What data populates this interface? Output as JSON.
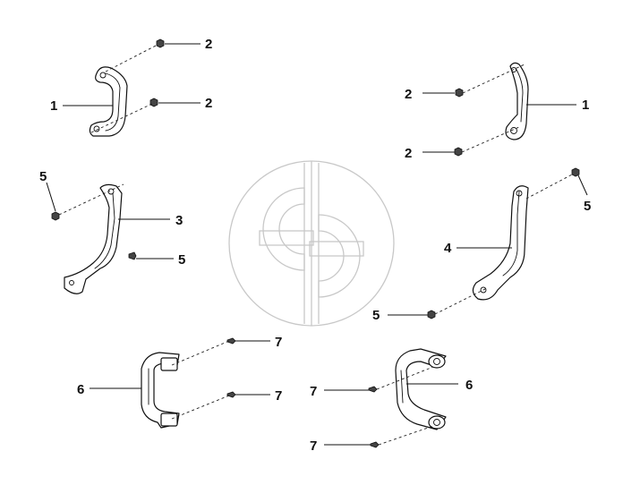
{
  "diagram": {
    "callouts": {
      "c_2_top": "2",
      "c_2_mid": "2",
      "c_1_left": "1",
      "c_2_right_top": "2",
      "c_1_right": "1",
      "c_2_right_bottom": "2",
      "c_5_left_top": "5",
      "c_3": "3",
      "c_5_left_bottom": "5",
      "c_5_right_top": "5",
      "c_4": "4",
      "c_5_right_bottom": "5",
      "c_7_a": "7",
      "c_6_left": "6",
      "c_7_b": "7",
      "c_7_c": "7",
      "c_6_right": "6",
      "c_7_d": "7"
    },
    "watermark": "logo-watermark"
  }
}
